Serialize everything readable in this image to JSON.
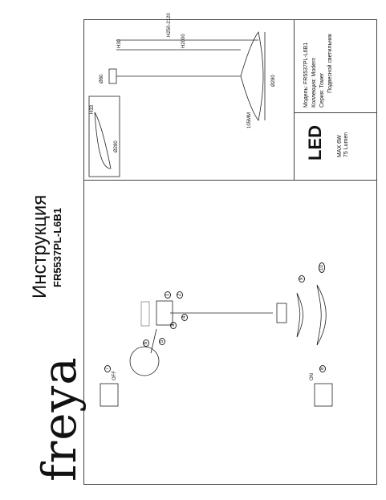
{
  "brand": {
    "logo": "freya"
  },
  "doc": {
    "title": "Инструкция",
    "model": "FR5537PL-L6B1"
  },
  "dims": {
    "h_total": "H250-2120",
    "h_cable": "H2000",
    "h_canopy": "H30",
    "d_canopy": "Ø80",
    "d_shade": "Ø280",
    "d_shade2": "Ø280",
    "h_shade": "H33",
    "wire": "105MM"
  },
  "spec": {
    "model_label": "Модель:",
    "model": "FR5537PL-L6B1",
    "collection_label": "Коллекция:",
    "collection": "Modern",
    "series_label": "Серия:",
    "series": "Tower",
    "type": "Подвесной светильник",
    "power": "MAX 6W",
    "lumens": "75 Lumen",
    "led": "LED"
  },
  "steps": {
    "off": "OFF",
    "on": "ON"
  },
  "markers": [
    "1",
    "2",
    "3",
    "4",
    "5",
    "6",
    "7",
    "8",
    "9",
    "10"
  ]
}
